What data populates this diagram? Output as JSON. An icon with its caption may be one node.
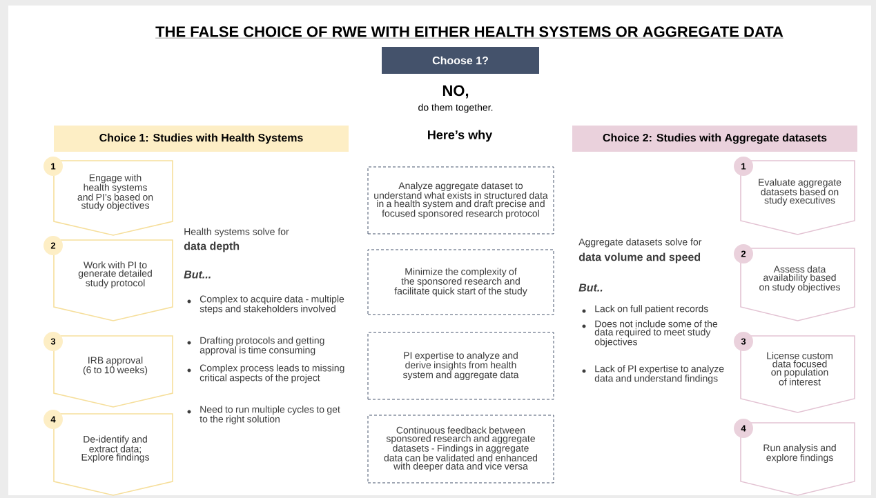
{
  "diagram": {
    "title": "THE FALSE CHOICE OF RWE WITH EITHER HEALTH SYSTEMS OR AGGREGATE DATA",
    "nodes": [
      {
        "text": [
          "Choose 1?"
        ]
      },
      {
        "text": [
          "Choice 1: Studies with Health Systems"
        ]
      },
      {
        "text": [
          "Choice 2: Studies with Aggregate datasets"
        ]
      },
      {
        "text": [
          "1"
        ]
      },
      {
        "text": [
          "Engage with health systems and PI’s based on study objectives"
        ]
      },
      {
        "text": [
          "2"
        ]
      },
      {
        "text": [
          "Work with PI to generate detailed study protocol"
        ]
      },
      {
        "text": [
          "3"
        ]
      },
      {
        "text": [
          "IRB approval (6 to 10 weeks)"
        ]
      },
      {
        "text": [
          "4"
        ]
      },
      {
        "text": [
          "De-identify and extract data; Explore findings"
        ]
      },
      {
        "text": [
          "Analyze aggregate dataset to understand what exists in structured data in a health system and draft precise and focused sponsored research protocol"
        ]
      },
      {
        "text": [
          "Minimize the complexity of  the sponsored research and facilitate quick start of the study"
        ]
      },
      {
        "text": [
          "PI expertise to analyze and derive insights from health system and aggregate data"
        ]
      },
      {
        "text": [
          "Continuous feedback between sponsored research and aggregate datasets - Findings in aggregate data can be validated and enhanced with deeper data and vice versa"
        ]
      },
      {
        "text": [
          "1"
        ]
      },
      {
        "text": [
          "Evaluate aggregate datasets based on study executives"
        ]
      },
      {
        "text": [
          "2"
        ]
      },
      {
        "text": [
          "Assess data availability based on study objectives"
        ]
      },
      {
        "text": [
          "3"
        ]
      },
      {
        "text": [
          "License custom data focused on population of interest"
        ]
      },
      {
        "text": [
          "4"
        ]
      },
      {
        "text": [
          "Run analysis and explore findings"
        ]
      }
    ],
    "labels": [
      "NO,",
      "do them together.",
      "Here’s why",
      "Health systems solve for",
      "data depth",
      "But...",
      "Complex to acquire data - multiple steps and stakeholders involved",
      "Drafting protocols and getting approval is time consuming",
      "Complex process leads to missing critical aspects of the project",
      "Need to run multiple cycles to get to the right solution",
      "Aggregate datasets solve for",
      "data volume and speed",
      "But..",
      "Lack on full patient records",
      "Does not include some of the data required to meet study objectives",
      "Lack of PI expertise to analyze data and understand findings"
    ]
  }
}
